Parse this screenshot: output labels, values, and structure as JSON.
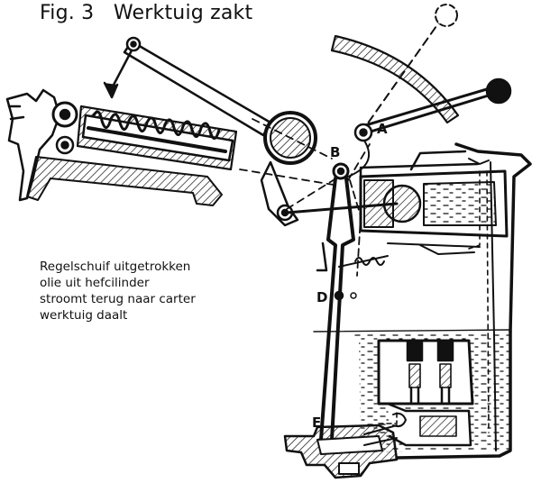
{
  "figure": {
    "title": "Fig. 3   Werktuig zakt",
    "caption_lines": [
      "Regelschuif uitgetrokken",
      "olie uit hefcilinder",
      "stroomt terug naar carter",
      "werktuig daalt"
    ],
    "point_labels": {
      "a": "A",
      "b": "B",
      "d": "D",
      "e": "E"
    }
  }
}
